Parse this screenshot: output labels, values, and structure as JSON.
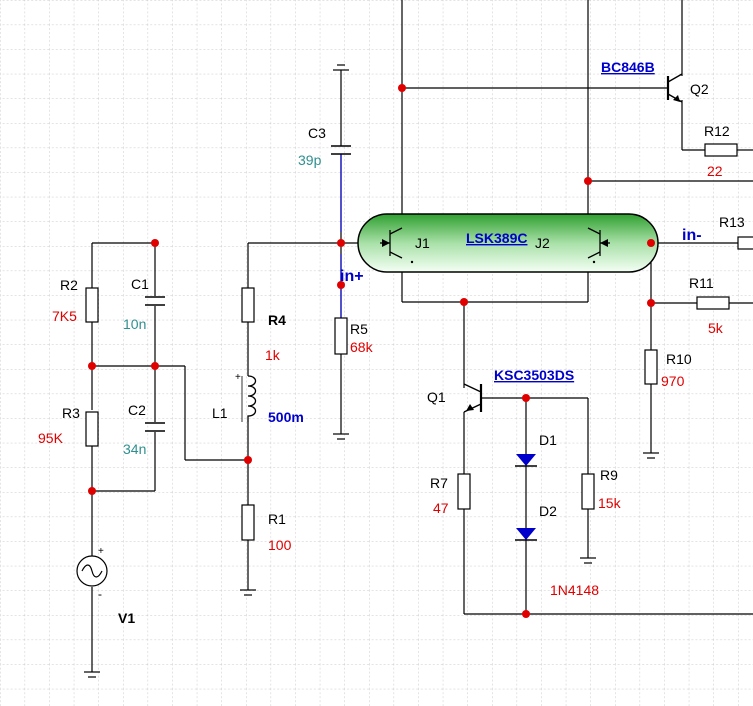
{
  "colors": {
    "grid": "#c8c8c8",
    "wire": "#000000",
    "net_wire": "#0000cc",
    "junction": "#e00000",
    "label": "#000000",
    "resistor_value": "#e00000",
    "capacitor_value": "#2f8f8f",
    "inductor_value": "#0000cc",
    "part_link": "#0000cc",
    "jfet_fill": "#4fbf4f",
    "jfet_fill_light": "#d6f2d6",
    "diode_fill": "#0000cc"
  },
  "components": {
    "R2": {
      "label": "R2",
      "value": "7K5"
    },
    "R3": {
      "label": "R3",
      "value": "95K"
    },
    "C1": {
      "label": "C1",
      "value": "10n"
    },
    "C2": {
      "label": "C2",
      "value": "34n"
    },
    "R4": {
      "label": "R4",
      "value": "1k"
    },
    "L1": {
      "label": "L1",
      "value": "500m"
    },
    "R1": {
      "label": "R1",
      "value": "100"
    },
    "C3": {
      "label": "C3",
      "value": "39p"
    },
    "R5": {
      "label": "R5",
      "value": "68k"
    },
    "V1": {
      "label": "V1"
    },
    "Q1": {
      "label": "Q1",
      "part": "KSC3503DS"
    },
    "Q2": {
      "label": "Q2",
      "part": "BC846B"
    },
    "J1": {
      "label": "J1"
    },
    "J2": {
      "label": "J2"
    },
    "JPAIR": {
      "part": "LSK389C"
    },
    "R7": {
      "label": "R7",
      "value": "47"
    },
    "R9": {
      "label": "R9",
      "value": "15k"
    },
    "R10": {
      "label": "R10",
      "value": "970"
    },
    "R11": {
      "label": "R11",
      "value": "5k"
    },
    "R12": {
      "label": "R12",
      "value": "22"
    },
    "R13": {
      "label": "R13"
    },
    "D1": {
      "label": "D1"
    },
    "D2": {
      "label": "D2",
      "part": "1N4148"
    }
  },
  "nets": {
    "in_plus": "in+",
    "in_minus": "in-"
  },
  "source_signs": {
    "plus": "+",
    "minus": "-"
  },
  "inductor_sign": "+"
}
